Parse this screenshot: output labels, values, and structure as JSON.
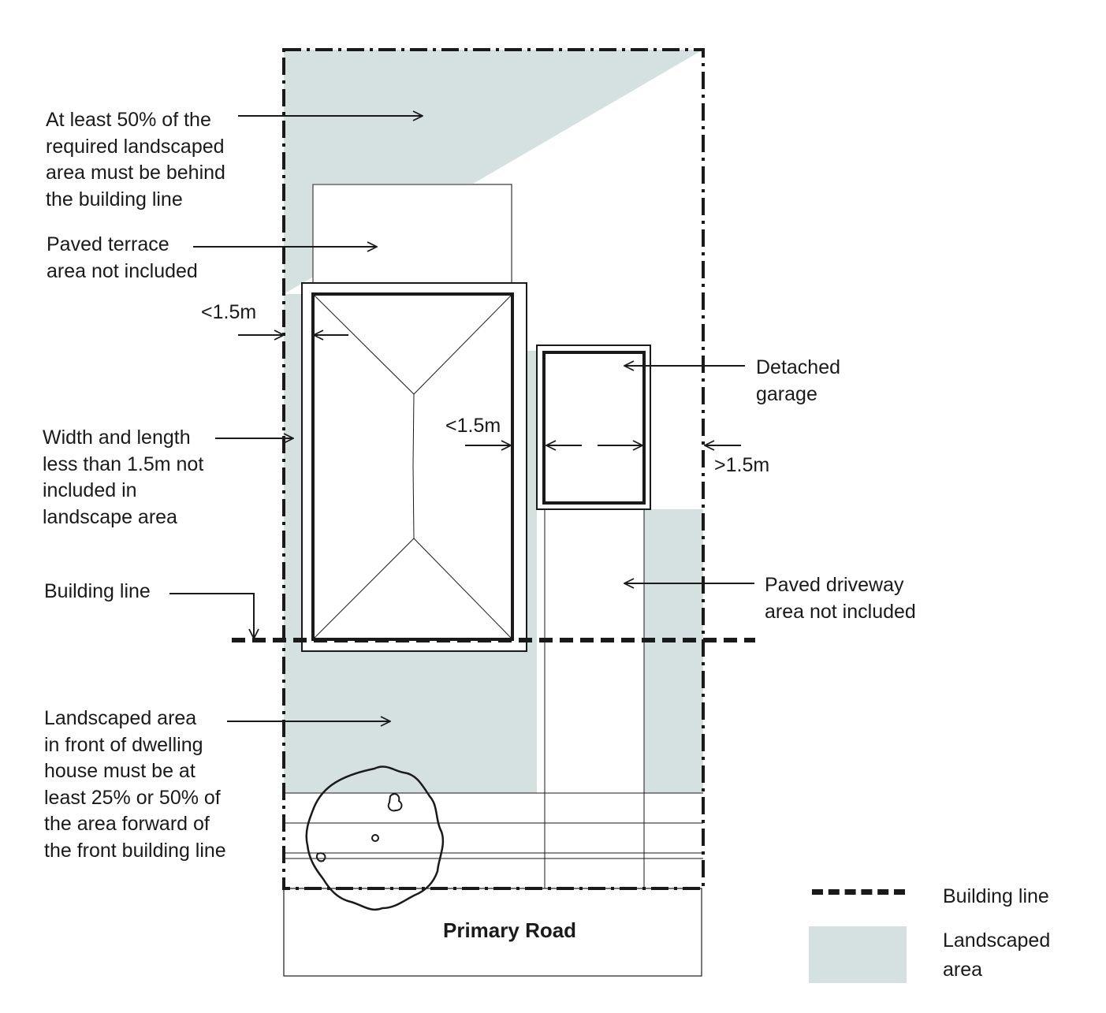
{
  "colors": {
    "landscaped": "#d5e1e0",
    "line": "#1a1a1a",
    "background": "#ffffff"
  },
  "labels": {
    "landscape_behind": [
      "At least 50% of the",
      "required landscaped",
      "area must be behind",
      "the building line"
    ],
    "terrace": [
      "Paved terrace",
      "area not included"
    ],
    "setback_left": "<1.5m",
    "setback_mid": "<1.5m",
    "setback_right": ">1.5m",
    "narrow_strip": [
      "Width and length",
      "less than 1.5m not",
      "included in",
      "landscape area"
    ],
    "garage": [
      "Detached",
      "garage"
    ],
    "building_line": "Building line",
    "driveway": [
      "Paved driveway",
      "area not included"
    ],
    "front_area": [
      "Landscaped area",
      "in front of dwelling",
      "house must be at",
      "least 25% or 50% of",
      "the area forward of",
      "the front building line"
    ],
    "road": "Primary Road"
  },
  "legend": {
    "building_line": "Building line",
    "landscaped": [
      "Landscaped",
      "area"
    ]
  },
  "icons": {
    "tree": "tree-icon",
    "arrow": "arrow-icon"
  }
}
